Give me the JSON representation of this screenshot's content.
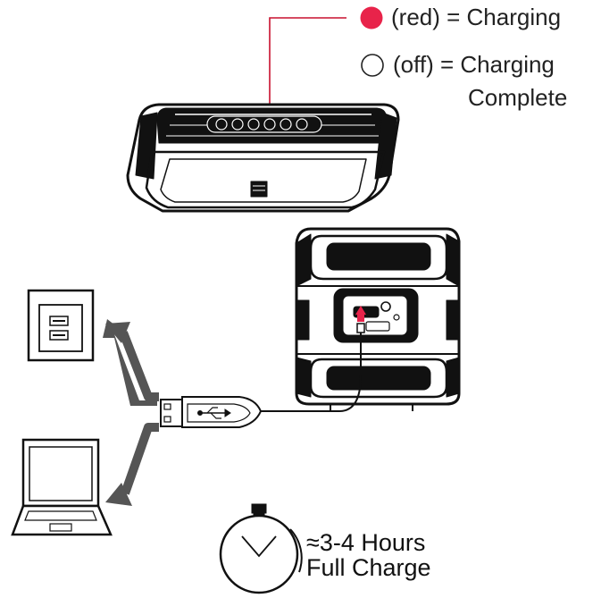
{
  "legend": {
    "charging_text": "(red) = Charging",
    "complete_text_line1": "(off) = Charging",
    "complete_text_line2": "Complete",
    "charging_color": "#e8234a",
    "off_color": "#ffffff"
  },
  "charge_time": {
    "line1": "≈3-4 Hours",
    "line2": "Full Charge"
  },
  "icons": {
    "led_on": "red-led-icon",
    "led_off": "off-led-icon",
    "speaker_top": "speaker-top-view-icon",
    "speaker_back": "speaker-back-view-icon",
    "wall_outlet": "usb-wall-adapter-icon",
    "laptop": "laptop-icon",
    "usb_plug": "usb-plug-icon",
    "stopwatch": "stopwatch-icon"
  },
  "colors": {
    "line": "#1a1a1a",
    "arrow": "#555555",
    "leader_line": "#c8102e"
  }
}
